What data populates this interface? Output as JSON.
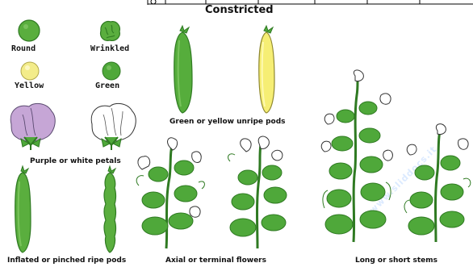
{
  "header": {
    "title": "Constricted"
  },
  "seeds": {
    "round": "Round",
    "wrinkled": "Wrinkled",
    "yellow": "Yellow",
    "green": "Green"
  },
  "petals": {
    "label": "Purple or white petals"
  },
  "unripe_pods": {
    "label": "Green or yellow unripe pods"
  },
  "ripe_pods": {
    "label": "Inflated or pinched ripe pods"
  },
  "flowers": {
    "label": "Axial or terminal flowers"
  },
  "stems": {
    "label": "Long or short stems"
  },
  "watermark": {
    "text": "www.sliddocs.it"
  },
  "colors": {
    "leaf_green": "#4fa83a",
    "leaf_dark": "#2f7a22",
    "seed_yellow": "#f3ec8a",
    "pod_yellow": "#f6ee74",
    "petal_purple": "#c6a6d6",
    "petal_white": "#ffffff",
    "watermark": "#d6e7ff"
  }
}
